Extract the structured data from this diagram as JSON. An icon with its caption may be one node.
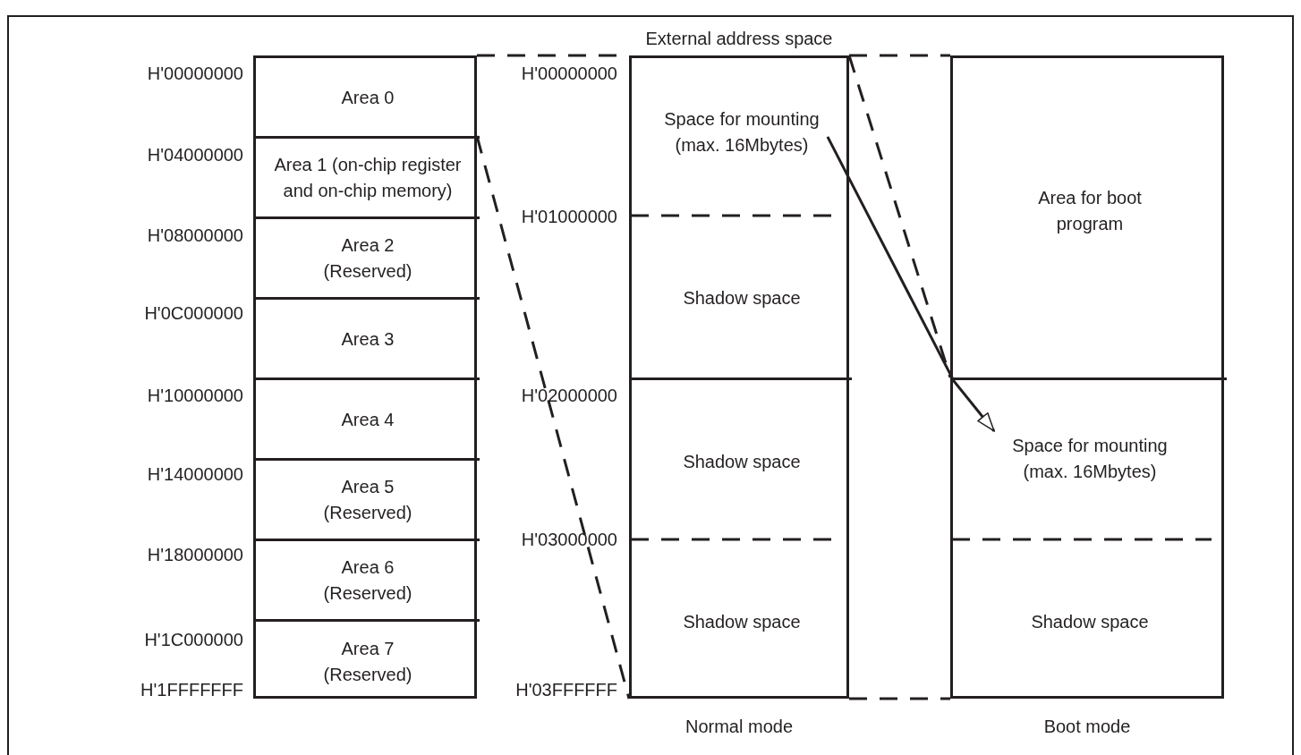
{
  "diagram": {
    "nodes": [
      {
        "text": [],
        "shape": "box"
      },
      {
        "text": [
          "Area 0"
        ],
        "in": 0
      },
      {
        "text": [
          "Area 1 (on-chip register and on-chip memory)"
        ],
        "in": 0
      },
      {
        "text": [
          "Area 2 (Reserved)"
        ],
        "in": 0
      },
      {
        "text": [
          "Area 3"
        ],
        "in": 0
      },
      {
        "text": [
          "Area 4"
        ],
        "in": 0
      },
      {
        "text": [
          "Area 5 (Reserved)"
        ],
        "in": 0
      },
      {
        "text": [
          "Area 6 (Reserved)"
        ],
        "in": 0
      },
      {
        "text": [
          "Area 7 (Reserved)"
        ],
        "in": 0
      },
      {
        "text": [
          "External address space",
          "Normal mode"
        ]
      },
      {
        "text": [
          "Space for mounting (max. 16Mbytes)"
        ],
        "in": 9
      },
      {
        "text": [
          "Shadow space"
        ],
        "in": 9
      },
      {
        "text": [
          "Shadow space"
        ],
        "in": 9
      },
      {
        "text": [
          "Shadow space"
        ],
        "in": 9
      },
      {
        "text": [
          "Boot mode"
        ]
      },
      {
        "text": [
          "Area for boot program"
        ],
        "in": 14
      },
      {
        "text": [
          "Space for mounting (max. 16Mbytes)"
        ],
        "in": 14
      },
      {
        "text": [
          "Shadow space"
        ],
        "in": 14
      }
    ],
    "edges": [
      {
        "from": 1,
        "to": 9,
        "arrow": "none",
        "style": "dashed"
      },
      {
        "from": 2,
        "to": 9,
        "arrow": "none",
        "style": "dashed"
      },
      {
        "from": 9,
        "to": 14,
        "arrow": "none",
        "style": "dashed"
      },
      {
        "from": 9,
        "to": 14,
        "arrow": "none",
        "style": "dashed"
      },
      {
        "from": 9,
        "to": 14,
        "arrow": "none",
        "style": "dashed"
      },
      {
        "from": 10,
        "to": 16,
        "arrow": "to"
      }
    ],
    "labels": [
      "H'00000000",
      "H'04000000",
      "H'08000000",
      "H'0C000000",
      "H'10000000",
      "H'14000000",
      "H'18000000",
      "H'1C000000",
      "H'1FFFFFFF",
      "H'00000000",
      "H'01000000",
      "H'02000000",
      "H'03000000",
      "H'03FFFFFF"
    ]
  }
}
